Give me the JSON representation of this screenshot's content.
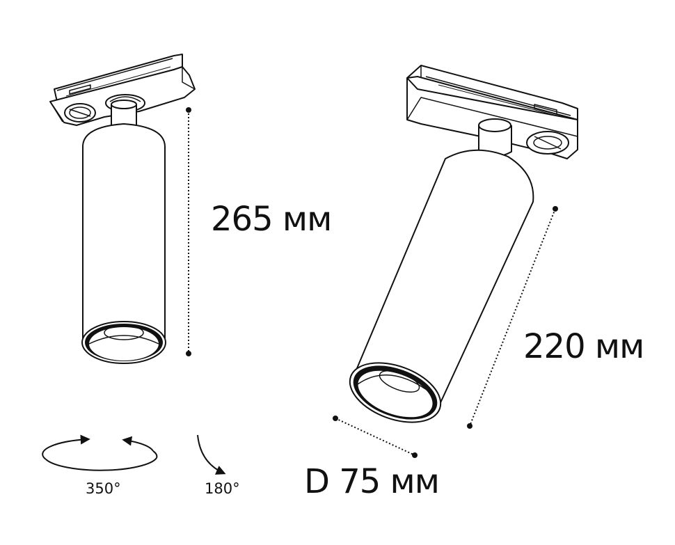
{
  "dimensions": {
    "height": "265 мм",
    "length": "220 мм",
    "diameter": "D 75 мм"
  },
  "rotation": {
    "horizontal": "350°",
    "vertical": "180°"
  },
  "colors": {
    "line": "#111111",
    "background": "#ffffff"
  }
}
